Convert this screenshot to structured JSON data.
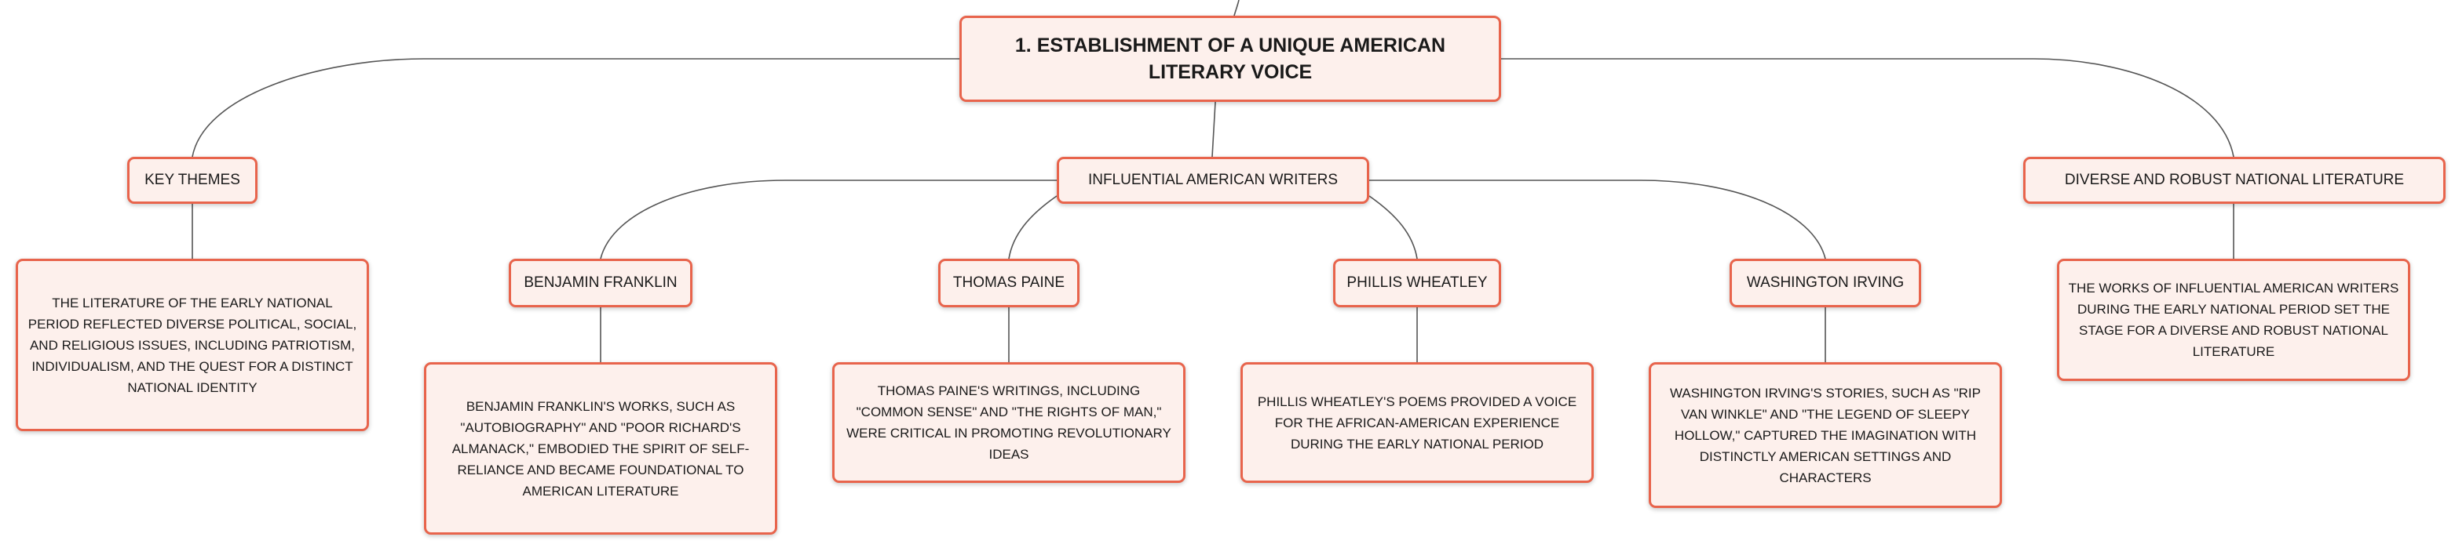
{
  "root": {
    "title": "1. ESTABLISHMENT OF A UNIQUE AMERICAN LITERARY VOICE"
  },
  "key_themes": {
    "label": "KEY THEMES",
    "detail": "THE LITERATURE OF THE EARLY NATIONAL PERIOD REFLECTED DIVERSE POLITICAL, SOCIAL, AND RELIGIOUS ISSUES, INCLUDING PATRIOTISM, INDIVIDUALISM, AND THE QUEST FOR A DISTINCT NATIONAL IDENTITY"
  },
  "influential_writers": {
    "label": "INFLUENTIAL AMERICAN WRITERS",
    "writers": [
      {
        "name": "BENJAMIN FRANKLIN",
        "detail": "BENJAMIN FRANKLIN'S WORKS, SUCH AS \"AUTOBIOGRAPHY\" AND \"POOR RICHARD'S ALMANACK,\" EMBODIED THE SPIRIT OF SELF-RELIANCE AND BECAME FOUNDATIONAL TO AMERICAN LITERATURE"
      },
      {
        "name": "THOMAS PAINE",
        "detail": "THOMAS PAINE'S WRITINGS, INCLUDING \"COMMON SENSE\" AND \"THE RIGHTS OF MAN,\" WERE CRITICAL IN PROMOTING REVOLUTIONARY IDEAS"
      },
      {
        "name": "PHILLIS WHEATLEY",
        "detail": "PHILLIS WHEATLEY'S POEMS PROVIDED A VOICE FOR THE AFRICAN-AMERICAN EXPERIENCE DURING THE EARLY NATIONAL PERIOD"
      },
      {
        "name": "WASHINGTON IRVING",
        "detail": "WASHINGTON IRVING'S STORIES, SUCH AS \"RIP VAN WINKLE\" AND \"THE LEGEND OF SLEEPY HOLLOW,\" CAPTURED THE IMAGINATION WITH DISTINCTLY AMERICAN SETTINGS AND CHARACTERS"
      }
    ]
  },
  "national_literature": {
    "label": "DIVERSE AND ROBUST NATIONAL LITERATURE",
    "detail": "THE WORKS OF INFLUENTIAL AMERICAN WRITERS DURING THE EARLY NATIONAL PERIOD SET THE STAGE FOR A DIVERSE AND ROBUST NATIONAL LITERATURE"
  },
  "colors": {
    "border": "#e8644c",
    "fill": "#fdf0ec",
    "line": "#555555"
  }
}
